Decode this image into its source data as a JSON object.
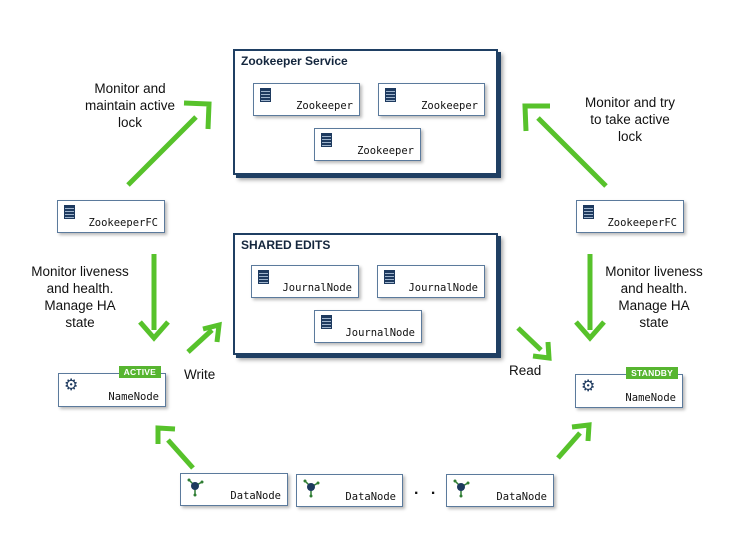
{
  "colors": {
    "arrow": "#57c22b",
    "border": "#1f3f63",
    "badge": "#57b530"
  },
  "zookeeper_service": {
    "title": "Zookeeper Service",
    "nodes": [
      "Zookeeper",
      "Zookeeper",
      "Zookeeper"
    ]
  },
  "shared_edits": {
    "title": "SHARED EDITS",
    "nodes": [
      "JournalNode",
      "JournalNode",
      "JournalNode"
    ]
  },
  "left": {
    "zkfc": "ZookeeperFC",
    "namenode": "NameNode",
    "badge": "ACTIVE",
    "label_top": "Monitor and\nmaintain active\nlock",
    "label_mid": "Monitor liveness\nand health.\nManage HA\nstate",
    "write_label": "Write"
  },
  "right": {
    "zkfc": "ZookeeperFC",
    "namenode": "NameNode",
    "badge": "STANDBY",
    "label_top": "Monitor and try\nto take active\nlock",
    "label_mid": "Monitor liveness\nand health.\nManage HA\nstate",
    "read_label": "Read"
  },
  "datanodes": [
    "DataNode",
    "DataNode",
    "DataNode"
  ],
  "ellipsis": ". ."
}
